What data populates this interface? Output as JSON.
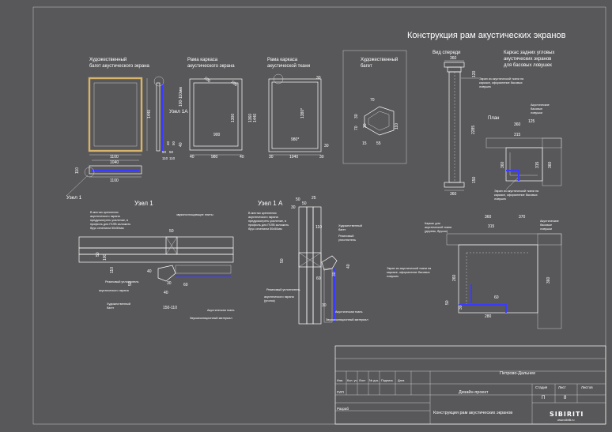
{
  "title": "Конструкция рам акустических экранов",
  "views": {
    "baguette_frame": {
      "label": "Художественный\nбагет акустического экрана",
      "w_outer": "1100",
      "w_inner": "1040",
      "h": "1440",
      "side_dim": "1100",
      "gap": "110",
      "small": [
        "40",
        "50",
        "110",
        "50",
        "40"
      ]
    },
    "frame_acoustic": {
      "label": "Рама каркаса\nакустического экрана",
      "dims": [
        "100",
        "1300",
        "1360",
        "900",
        "980",
        "40",
        "40",
        "40"
      ]
    },
    "frame_fabric": {
      "label": "Рама каркаса\nакустической ткани",
      "dims": [
        "1440",
        "1380*",
        "980*",
        "1040",
        "30",
        "30",
        "100"
      ]
    },
    "baguette_profile": {
      "label": "Художественный\nбагет",
      "dims": [
        "70",
        "30",
        "70",
        "30",
        "15",
        "55",
        "110"
      ]
    },
    "front_view": {
      "label": "Вид спереди",
      "dims": [
        "360",
        "120",
        "2285",
        "150",
        "360"
      ],
      "note": "Экран из акустической ткани на каркасе, оформление басовых ловушек"
    },
    "corner_frame": {
      "label": "Каркас задних угловых\nакустических экранов\nдля басовых ловушек"
    },
    "plan": {
      "label": "План",
      "dims": [
        "360",
        "125",
        "315",
        "360",
        "315",
        "360"
      ],
      "note1": "Акустические басовые ловушки",
      "note2": "Экран из акустической ткани на каркасе, оформление басовых ловушек"
    },
    "node1": {
      "label": "Узел 1",
      "note": "В местах крепления акустического экрана предусмотреть усиление, в профиль для ГКЛВ заложить брус сечением 50х50мм",
      "note2": "звукопоглощающие плиты",
      "dims": [
        "50",
        "40",
        "110",
        "30",
        "60",
        "150-110",
        "100"
      ],
      "labels": [
        "Резиновый уплотнитель",
        "Художественный багет",
        "Акустическая ткань",
        "Звукоизоляционный материал"
      ]
    },
    "node1a": {
      "label": "Узел 1 А",
      "note": "В местах крепления акустического экрана предусмотреть усиление, в профиль для ГКЛВ заложить брус сечением 50х50мм",
      "dims": [
        "50",
        "25",
        "30",
        "110",
        "40",
        "50",
        "60",
        "30",
        "30"
      ],
      "labels": [
        "Художественный багет",
        "Резиновый уплотнитель",
        "Акустическая ткань",
        "Звукоизоляционный материал"
      ]
    },
    "node1_side_label": "Узел 1",
    "node1a_side_label": "Узел 1А",
    "corner_plan": {
      "note": "Каркас для акустической ткани (дерево, брусок)",
      "note2": "Акустические басовые ловушки",
      "note3": "Экран из акустической ткани на каркасе, оформление басовых ловушек",
      "dims": [
        "360",
        "370",
        "315",
        "360",
        "260",
        "280",
        "60",
        "50",
        "30"
      ]
    }
  },
  "stamp": {
    "project": "Петрово-Дальнее",
    "stage_label": "Дизайн-проект",
    "sheet_title": "Конструкция рам акустических экранов",
    "cols": [
      "Изм.",
      "Кол. уч",
      "Лист",
      "№ док.",
      "Подпись",
      "Дата"
    ],
    "rows": [
      "ГИП",
      "Разраб"
    ],
    "stage_head": "Стадия",
    "sheet_head": "Лист",
    "sheets_head": "Листов",
    "stage": "П",
    "sheet": "8",
    "sheets": "",
    "logo": "SIBIRITI",
    "logo_sub": "www.sibiriti.ru"
  }
}
